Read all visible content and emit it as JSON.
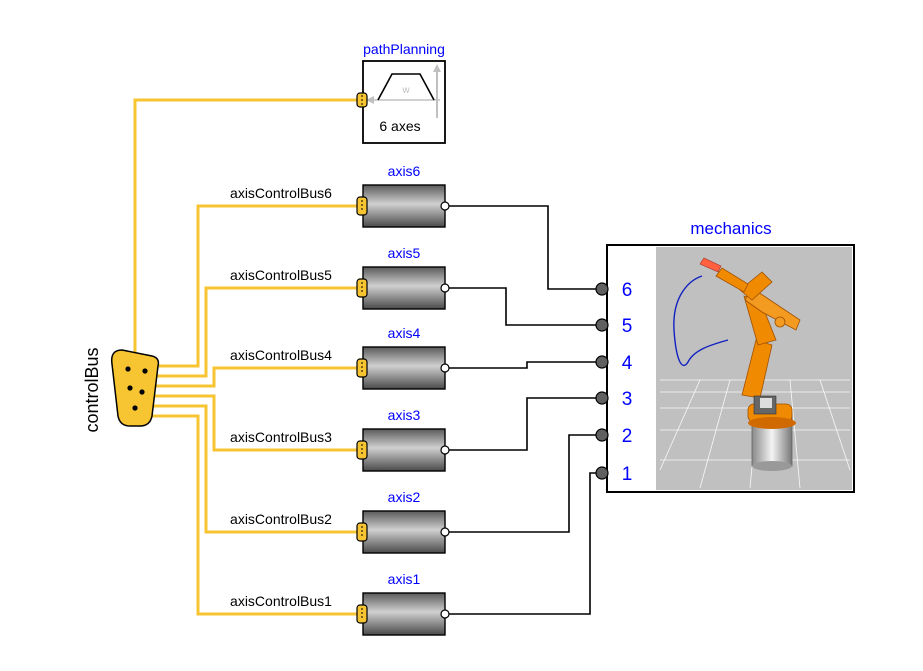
{
  "colors": {
    "bus": "#f7c531",
    "connector_fill": "#f7c531",
    "label_blue": "#0000ff",
    "axis_block_dark": "#555555",
    "axis_block_light": "#c8c8c8",
    "mechanics_bg": "#c0c0c0",
    "robot_orange": "#f08a00"
  },
  "controlBus": {
    "label": "controlBus",
    "icon": "bus-connector-icon"
  },
  "pathPlanning": {
    "name": "pathPlanning",
    "text": "6 axes",
    "icon_w": "w"
  },
  "axes": [
    {
      "name": "axis6",
      "bus": "axisControlBus6"
    },
    {
      "name": "axis5",
      "bus": "axisControlBus5"
    },
    {
      "name": "axis4",
      "bus": "axisControlBus4"
    },
    {
      "name": "axis3",
      "bus": "axisControlBus3"
    },
    {
      "name": "axis2",
      "bus": "axisControlBus2"
    },
    {
      "name": "axis1",
      "bus": "axisControlBus1"
    }
  ],
  "mechanics": {
    "name": "mechanics",
    "ports": [
      "6",
      "5",
      "4",
      "3",
      "2",
      "1"
    ],
    "icon": "robot-arm-icon"
  }
}
